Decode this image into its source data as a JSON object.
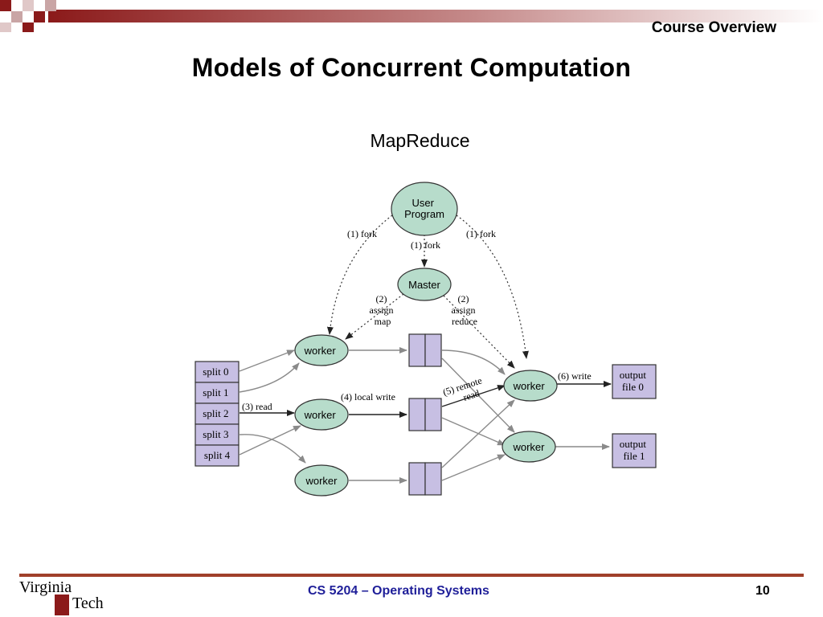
{
  "header": {
    "section": "Course Overview"
  },
  "slide": {
    "title": "Models of Concurrent Computation",
    "subtitle": "MapReduce"
  },
  "diagram": {
    "user_program": [
      "User",
      "Program"
    ],
    "master": "Master",
    "fork_left": "(1) fork",
    "fork_center": "(1) fork",
    "fork_right": "(1) fork",
    "assign_map": [
      "(2)",
      "assign",
      "map"
    ],
    "assign_reduce": [
      "(2)",
      "assign",
      "reduce"
    ],
    "splits": [
      "split 0",
      "split 1",
      "split 2",
      "split 3",
      "split 4"
    ],
    "worker": "worker",
    "read": "(3) read",
    "local_write": "(4) local write",
    "remote_read": [
      "(5) remote",
      "read"
    ],
    "write": "(6) write",
    "outputs": [
      [
        "output",
        "file 0"
      ],
      [
        "output",
        "file 1"
      ]
    ]
  },
  "footer": {
    "course": "CS 5204 – Operating Systems",
    "page": "10",
    "logo_line1": "Virginia",
    "logo_line2": "Tech"
  },
  "colors": {
    "node_fill": "#b7dccb",
    "box_fill": "#c7bfe3",
    "accent": "#a0402a"
  }
}
